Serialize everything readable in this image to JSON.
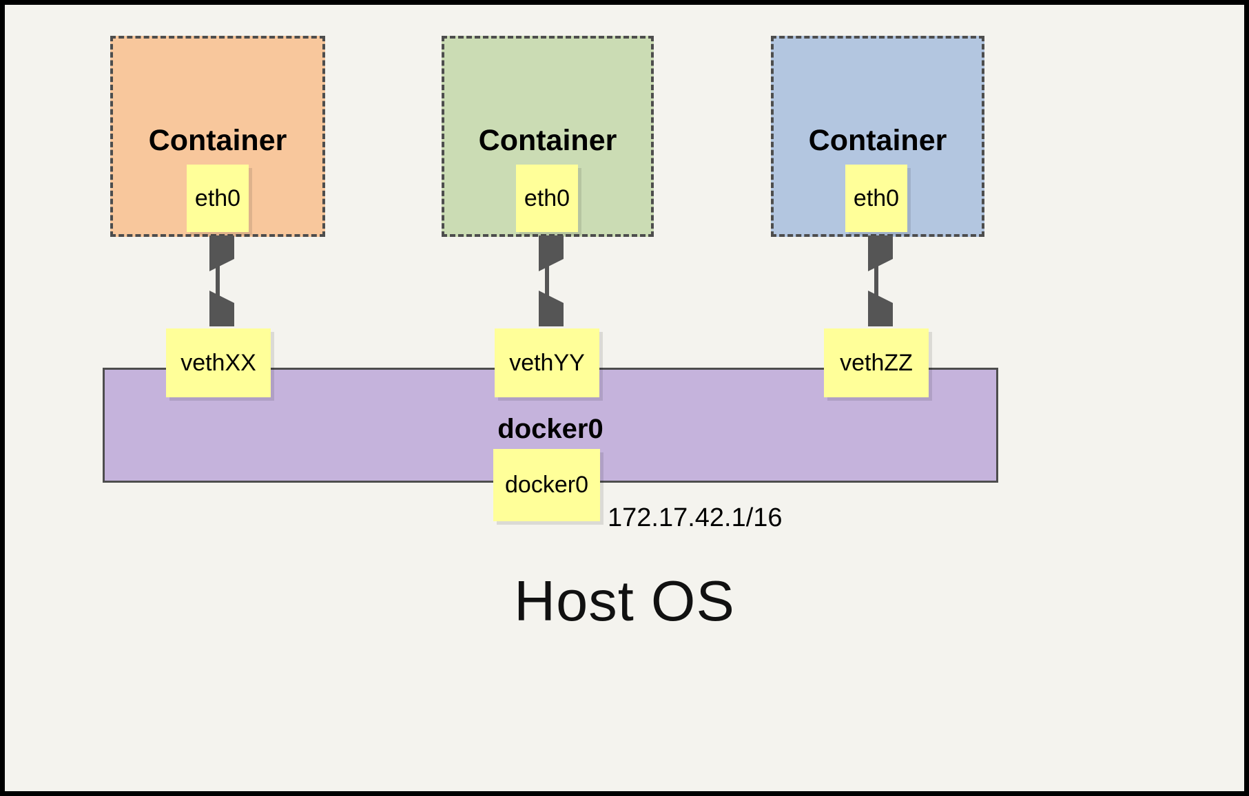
{
  "diagram": {
    "title_bottom": "Host OS",
    "canvas_bg": "#f4f3ee",
    "frame_border": "#000000",
    "containers": [
      {
        "label": "Container",
        "fill": "#f8c79c",
        "border": "#4d4d4d",
        "interface": "eth0",
        "veth": "vethXX"
      },
      {
        "label": "Container",
        "fill": "#cbdcb4",
        "border": "#4d4d4d",
        "interface": "eth0",
        "veth": "vethYY"
      },
      {
        "label": "Container",
        "fill": "#b3c6e0",
        "border": "#4d4d4d",
        "interface": "eth0",
        "veth": "vethZZ"
      }
    ],
    "bridge": {
      "name": "docker0",
      "fill": "#c5b3dc",
      "border": "#4d4d4d",
      "interface_label": "docker0",
      "ip_address": "172.17.42.1/16"
    },
    "note_fill": "#ffff99",
    "arrow_color": "#555555",
    "arrows": [
      {
        "name": "eth0-to-vethXX",
        "direction": "bidirectional"
      },
      {
        "name": "eth0-to-vethYY",
        "direction": "bidirectional"
      },
      {
        "name": "eth0-to-vethZZ",
        "direction": "bidirectional"
      }
    ]
  }
}
